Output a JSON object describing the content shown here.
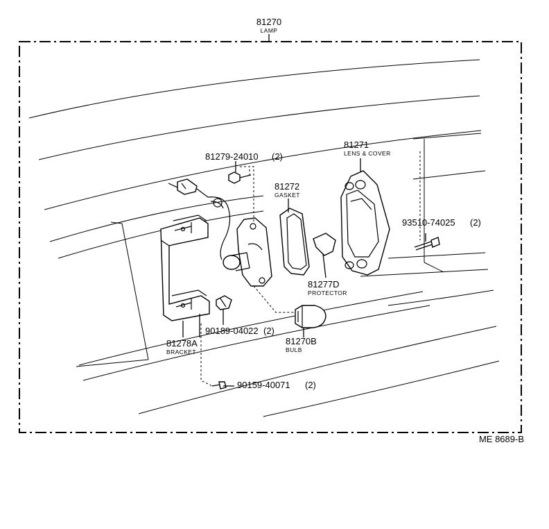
{
  "diagram": {
    "lamp": {
      "part_no": "81270",
      "name": "LAMP"
    },
    "lens_cover": {
      "part_no": "81271",
      "name": "LENS & COVER"
    },
    "gasket": {
      "part_no": "81272",
      "name": "GASKET"
    },
    "protector": {
      "part_no": "81277D",
      "name": "PROTECTOR"
    },
    "bulb": {
      "part_no": "81270B",
      "name": "BULB"
    },
    "bracket": {
      "part_no": "81278A",
      "name": "BRACKET"
    },
    "screw_top": {
      "part_no": "81279-24010",
      "qty": "(2)"
    },
    "screw_right": {
      "part_no": "93510-74025",
      "qty": "(2)"
    },
    "clip": {
      "part_no": "90189-04022",
      "qty": "(2)"
    },
    "screw_bottom": {
      "part_no": "90159-40071",
      "qty": "(2)"
    },
    "drawing_id": "ME 8689-B"
  }
}
